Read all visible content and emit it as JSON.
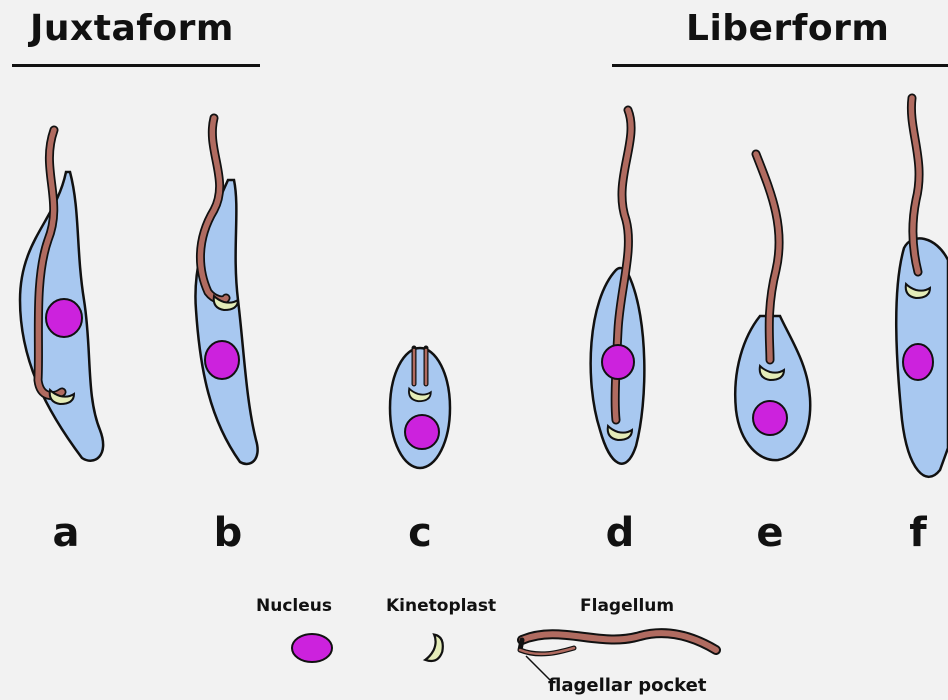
{
  "groups": {
    "juxtaform": "Juxtaform",
    "liberform": "Liberform"
  },
  "cells": [
    "a",
    "b",
    "c",
    "d",
    "e",
    "f"
  ],
  "legend": {
    "nucleus": "Nucleus",
    "kinetoplast": "Kinetoplast",
    "flagellum": "Flagellum",
    "flagellar_pocket": "flagellar pocket"
  },
  "colors": {
    "cell_body": "#a8c8f0",
    "nucleus": "#cc22dd",
    "kinetoplast": "#e4ecb8",
    "flagellum": "#b06b60",
    "outline": "#111111"
  }
}
